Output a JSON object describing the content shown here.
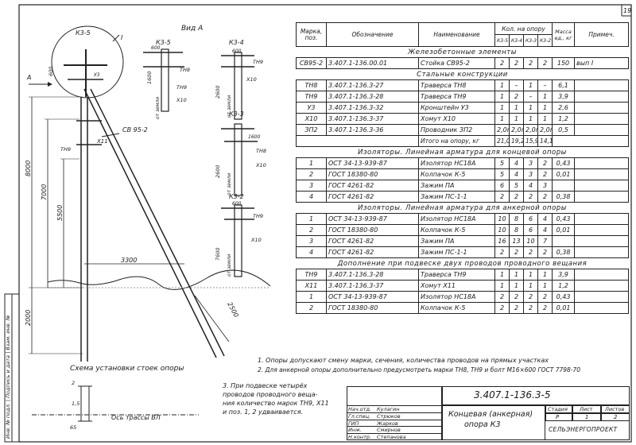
{
  "sheet_number": "19",
  "drawing": {
    "pole_label": "СВ 95-2",
    "view_label": "Вид А",
    "view_arrow": "А",
    "marker_I": "I",
    "details": [
      {
        "name": "К3-5",
        "parts": [
          "ТН8",
          "ТН9",
          "Х10"
        ],
        "dims": [
          "600",
          "1600",
          "от земли"
        ]
      },
      {
        "name": "К3-4",
        "parts": [
          "ТН9",
          "Х10"
        ],
        "dims": [
          "600",
          "2600",
          "от земли"
        ]
      },
      {
        "name": "К3-3",
        "parts": [
          "ТН8",
          "Х10"
        ],
        "dims": [
          "1600",
          "2600",
          "от земли"
        ]
      },
      {
        "name": "К3-2",
        "parts": [
          "ТН9",
          "Х10"
        ],
        "dims": [
          "600",
          "7600",
          "от земли"
        ]
      }
    ],
    "top_detail_label": "К3-5",
    "dim_8000": "8000",
    "dim_7000": "7000",
    "dim_5500": "5500",
    "dim_2000": "2000",
    "dim_3300": "3300",
    "dim_2500": "2500",
    "dim_600": "600",
    "label_x11": "Х11",
    "label_th9": "ТН9",
    "label_u3": "У3",
    "scheme_title": "Схема установки стоек опоры",
    "axis_label": "Ось трассы ВЛ",
    "scheme_dims": [
      "2",
      "1,5",
      "65"
    ]
  },
  "bom": {
    "headers": {
      "mark": "Марка, поз.",
      "designation": "Обозначение",
      "name": "Наименование",
      "qty_group": "Кол. на опору",
      "qty_cols": [
        "К3-5",
        "К3-4",
        "К3-3",
        "К3-2"
      ],
      "mass": "Масса ед., кг",
      "note": "Примеч."
    },
    "sections": [
      {
        "title": "Железобетонные элементы",
        "rows": [
          {
            "mark": "СВ95-2",
            "designation": "3.407.1-136.00.01",
            "name": "Стойка СВ95-2",
            "q": [
              "2",
              "2",
              "2",
              "2"
            ],
            "mass": "150",
            "note": "вып I"
          }
        ]
      },
      {
        "title": "Стальные конструкции",
        "rows": [
          {
            "mark": "ТН8",
            "designation": "3.407.1-136.3-27",
            "name": "Траверса ТН8",
            "q": [
              "1",
              "–",
              "1",
              "–"
            ],
            "mass": "6,1",
            "note": ""
          },
          {
            "mark": "ТН9",
            "designation": "3.407.1-136.3-28",
            "name": "Траверса ТН9",
            "q": [
              "1",
              "2",
              "–",
              "1"
            ],
            "mass": "3,9",
            "note": ""
          },
          {
            "mark": "У3",
            "designation": "3.407.1-136.3-32",
            "name": "Кронштейн У3",
            "q": [
              "1",
              "1",
              "1",
              "1"
            ],
            "mass": "2,6",
            "note": ""
          },
          {
            "mark": "Х10",
            "designation": "3.407.1-136.3-37",
            "name": "Хомут Х10",
            "q": [
              "1",
              "1",
              "1",
              "1"
            ],
            "mass": "1,2",
            "note": ""
          },
          {
            "mark": "ЗП2",
            "designation": "3.407.1-136.3-36",
            "name": "Проводник ЗП2",
            "q": [
              "2,0п",
              "2,0п",
              "2,0п",
              "2,0п"
            ],
            "mass": "0,5",
            "note": ""
          }
        ],
        "total": {
          "label": "Итого на опору, кг",
          "q": [
            "21,0",
            "19,2",
            "15,9",
            "14,1"
          ]
        }
      },
      {
        "title": "Изоляторы. Линейная арматура для концевой опоры",
        "rows": [
          {
            "mark": "1",
            "designation": "ОСТ 34-13-939-87",
            "name": "Изолятор НС18А",
            "q": [
              "5",
              "4",
              "3",
              "2"
            ],
            "mass": "0,43",
            "note": ""
          },
          {
            "mark": "2",
            "designation": "ГОСТ 18380-80",
            "name": "Колпачок К-5",
            "q": [
              "5",
              "4",
              "3",
              "2"
            ],
            "mass": "0,01",
            "note": ""
          },
          {
            "mark": "3",
            "designation": "ГОСТ 4261-82",
            "name": "Зажим ПА",
            "q": [
              "6",
              "5",
              "4",
              "3"
            ],
            "mass": "",
            "note": ""
          },
          {
            "mark": "4",
            "designation": "ГОСТ 4261-82",
            "name": "Зажим ПС-1-1",
            "q": [
              "2",
              "2",
              "2",
              "2"
            ],
            "mass": "0,38",
            "note": ""
          }
        ]
      },
      {
        "title": "Изоляторы. Линейная арматура для анкерной опоры",
        "rows": [
          {
            "mark": "1",
            "designation": "ОСТ 34-13-939-87",
            "name": "Изолятор НС18А",
            "q": [
              "10",
              "8",
              "6",
              "4"
            ],
            "mass": "0,43",
            "note": ""
          },
          {
            "mark": "2",
            "designation": "ГОСТ 18380-80",
            "name": "Колпачок К-5",
            "q": [
              "10",
              "8",
              "6",
              "4"
            ],
            "mass": "0,01",
            "note": ""
          },
          {
            "mark": "3",
            "designation": "ГОСТ 4261-82",
            "name": "Зажим ПА",
            "q": [
              "16",
              "13",
              "10",
              "7"
            ],
            "mass": "",
            "note": ""
          },
          {
            "mark": "4",
            "designation": "ГОСТ 4261-82",
            "name": "Зажим ПС-1-1",
            "q": [
              "2",
              "2",
              "2",
              "2"
            ],
            "mass": "0,38",
            "note": ""
          }
        ]
      },
      {
        "title": "Дополнение при подвеске двух проводов проводного вещания",
        "rows": [
          {
            "mark": "ТН9",
            "designation": "3.407.1-136.3-28",
            "name": "Траверса ТН9",
            "q": [
              "1",
              "1",
              "1",
              "1"
            ],
            "mass": "3,9",
            "note": ""
          },
          {
            "mark": "Х11",
            "designation": "3.407.1-136.3-37",
            "name": "Хомут Х11",
            "q": [
              "1",
              "1",
              "1",
              "1"
            ],
            "mass": "1,2",
            "note": ""
          },
          {
            "mark": "1",
            "designation": "ОСТ 34-13-939-87",
            "name": "Изолятор НС18А",
            "q": [
              "2",
              "2",
              "2",
              "2"
            ],
            "mass": "0,43",
            "note": ""
          },
          {
            "mark": "2",
            "designation": "ГОСТ 18380-80",
            "name": "Колпачок К-5",
            "q": [
              "2",
              "2",
              "2",
              "2"
            ],
            "mass": "0,01",
            "note": ""
          }
        ]
      }
    ]
  },
  "notes": {
    "n1": "1. Опоры допускают смену марки, сечения, количества проводов на прямых участках",
    "n2": "2. Для анкерной опоры дополнительно предусмотреть марки ТН8, ТН9 и болт М16×600 ГОСТ 7798-70",
    "n3_lines": [
      "3. При подвеске четырёх",
      "проводов проводного веща-",
      "ния количество марок ТН9, Х11",
      "и поз. 1, 2 удваивается."
    ]
  },
  "title_block": {
    "code": "3.407.1-136.3-5",
    "title_lines": [
      "Концевая (анкерная)",
      "опора К3"
    ],
    "stage_hdr": "Стадия",
    "stage": "Р",
    "sheet_hdr": "Лист",
    "sheet": "1",
    "sheets_hdr": "Листов",
    "sheets": "2",
    "org": "СЕЛЬЭНЕРГОПРОЕКТ",
    "people": [
      {
        "role": "Нач.отд.",
        "name": "Кулагин"
      },
      {
        "role": "Гл.спец.",
        "name": "Стрюков"
      },
      {
        "role": "ГИП",
        "name": "Жарков"
      },
      {
        "role": "Инж.",
        "name": "Смирнов"
      },
      {
        "role": "Н.контр.",
        "name": "Степанова"
      }
    ]
  },
  "side_stamp": "Инв. № подл. | Подпись и дата | Взам. инв. №"
}
